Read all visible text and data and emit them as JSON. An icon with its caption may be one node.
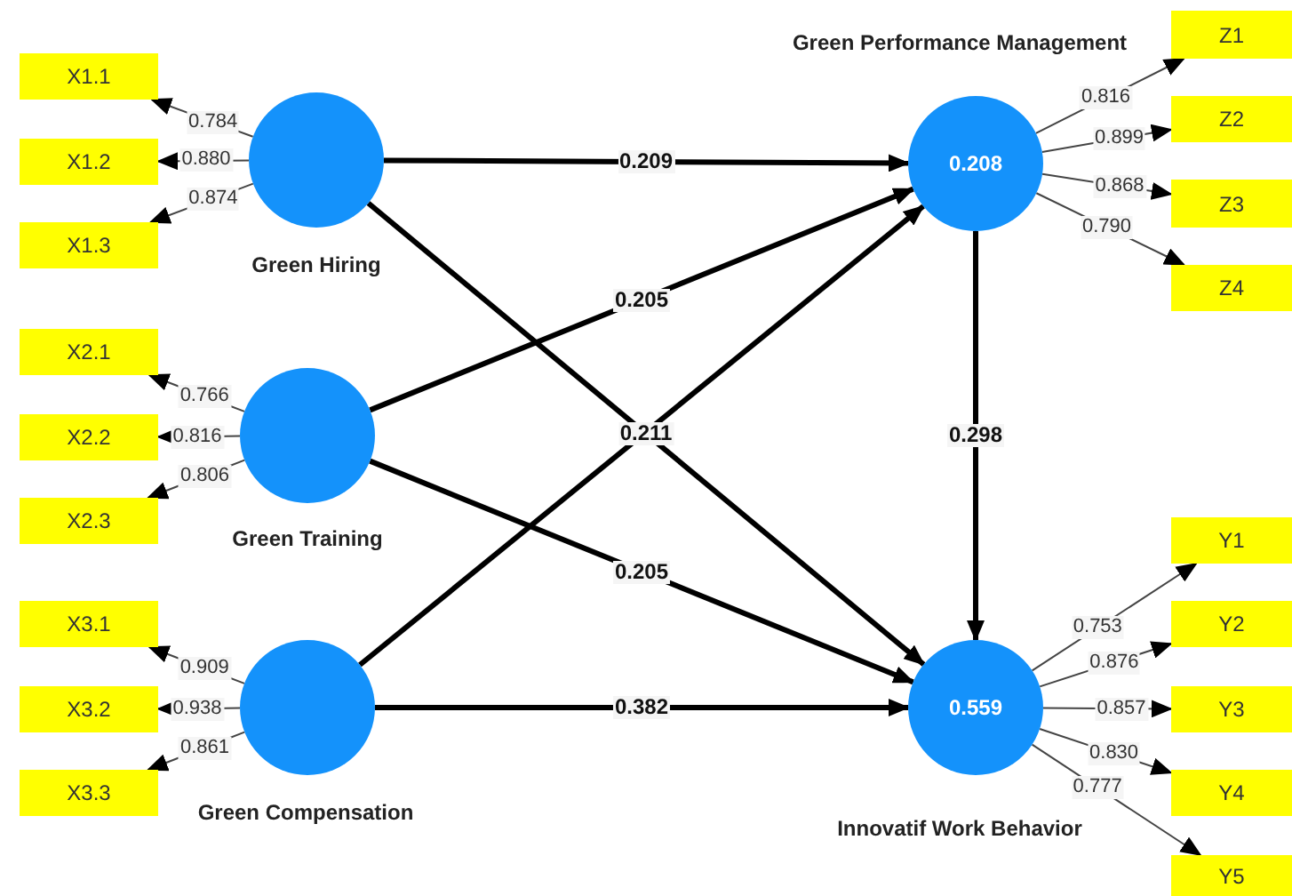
{
  "diagram": {
    "nodes": [
      {
        "text": [
          "Green Hiring"
        ]
      },
      {
        "text": [
          "Green Training"
        ]
      },
      {
        "text": [
          "Green Compensation"
        ]
      },
      {
        "text": [
          "Green Performance Management",
          "0.208"
        ]
      },
      {
        "text": [
          "0.559",
          "Innovatif Work Behavior"
        ]
      },
      {
        "text": [
          "X1.1"
        ]
      },
      {
        "text": [
          "X1.2"
        ]
      },
      {
        "text": [
          "X1.3"
        ]
      },
      {
        "text": [
          "X2.1"
        ]
      },
      {
        "text": [
          "X2.2"
        ]
      },
      {
        "text": [
          "X2.3"
        ]
      },
      {
        "text": [
          "X3.1"
        ]
      },
      {
        "text": [
          "X3.2"
        ]
      },
      {
        "text": [
          "X3.3"
        ]
      },
      {
        "text": [
          "Z1"
        ]
      },
      {
        "text": [
          "Z2"
        ]
      },
      {
        "text": [
          "Z3"
        ]
      },
      {
        "text": [
          "Z4"
        ]
      },
      {
        "text": [
          "Y1"
        ]
      },
      {
        "text": [
          "Y2"
        ]
      },
      {
        "text": [
          "Y3"
        ]
      },
      {
        "text": [
          "Y4"
        ]
      },
      {
        "text": [
          "Y5"
        ]
      }
    ],
    "edges": [
      {
        "from": 0,
        "to": 3,
        "arrow": "to",
        "label": "0.209",
        "style": "thick"
      },
      {
        "from": 0,
        "to": 4,
        "arrow": "to",
        "label": "0.211",
        "style": "thick"
      },
      {
        "from": 1,
        "to": 3,
        "arrow": "to",
        "label": "0.205",
        "style": "thick"
      },
      {
        "from": 1,
        "to": 4,
        "arrow": "to",
        "label": "0.205",
        "style": "thick"
      },
      {
        "from": 2,
        "to": 3,
        "arrow": "to",
        "style": "thick"
      },
      {
        "from": 2,
        "to": 4,
        "arrow": "to",
        "label": "0.382",
        "style": "thick"
      },
      {
        "from": 3,
        "to": 4,
        "arrow": "to",
        "label": "0.298",
        "style": "thick"
      },
      {
        "from": 0,
        "to": 5,
        "arrow": "to",
        "label": "0.784"
      },
      {
        "from": 0,
        "to": 6,
        "arrow": "to",
        "label": "0.880"
      },
      {
        "from": 0,
        "to": 7,
        "arrow": "to",
        "label": "0.874"
      },
      {
        "from": 1,
        "to": 8,
        "arrow": "to",
        "label": "0.766"
      },
      {
        "from": 1,
        "to": 9,
        "arrow": "to",
        "label": "0.816"
      },
      {
        "from": 1,
        "to": 10,
        "arrow": "to",
        "label": "0.806"
      },
      {
        "from": 2,
        "to": 11,
        "arrow": "to",
        "label": "0.909"
      },
      {
        "from": 2,
        "to": 12,
        "arrow": "to",
        "label": "0.938"
      },
      {
        "from": 2,
        "to": 13,
        "arrow": "to",
        "label": "0.861"
      },
      {
        "from": 3,
        "to": 14,
        "arrow": "to",
        "label": "0.816"
      },
      {
        "from": 3,
        "to": 15,
        "arrow": "to",
        "label": "0.899"
      },
      {
        "from": 3,
        "to": 16,
        "arrow": "to",
        "label": "0.868"
      },
      {
        "from": 3,
        "to": 17,
        "arrow": "to",
        "label": "0.790"
      },
      {
        "from": 4,
        "to": 18,
        "arrow": "to",
        "label": "0.753"
      },
      {
        "from": 4,
        "to": 19,
        "arrow": "to",
        "label": "0.876"
      },
      {
        "from": 4,
        "to": 20,
        "arrow": "to",
        "label": "0.857"
      },
      {
        "from": 4,
        "to": 21,
        "arrow": "to",
        "label": "0.830"
      },
      {
        "from": 4,
        "to": 22,
        "arrow": "to",
        "label": "0.777"
      }
    ]
  }
}
